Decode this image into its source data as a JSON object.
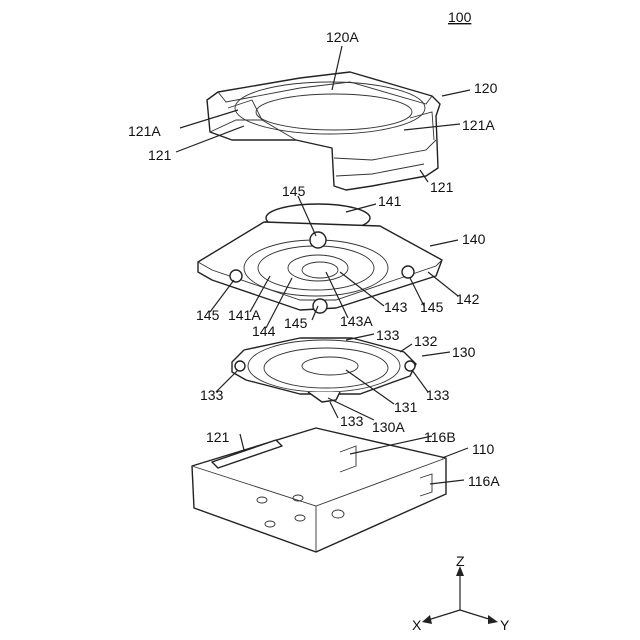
{
  "figure": {
    "ref": "100",
    "labels": {
      "l120A": "120A",
      "l120": "120",
      "l121A_left": "121A",
      "l121_left": "121",
      "l121A_right": "121A",
      "l121_right": "121",
      "l145_top": "145",
      "l141": "141",
      "l140": "140",
      "l145_left": "145",
      "l141A": "141A",
      "l144": "144",
      "l145_mid": "145",
      "l143": "143",
      "l145_right": "145",
      "l142": "142",
      "l143A": "143A",
      "l133_top": "133",
      "l132": "132",
      "l130": "130",
      "l133_left": "133",
      "l131": "131",
      "l133_right": "133",
      "l133_bottom": "133",
      "l130A": "130A",
      "l121_base": "121",
      "l116B": "116B",
      "l110": "110",
      "l116A": "116A"
    },
    "axes": {
      "z": "Z",
      "x": "X",
      "y": "Y"
    }
  }
}
